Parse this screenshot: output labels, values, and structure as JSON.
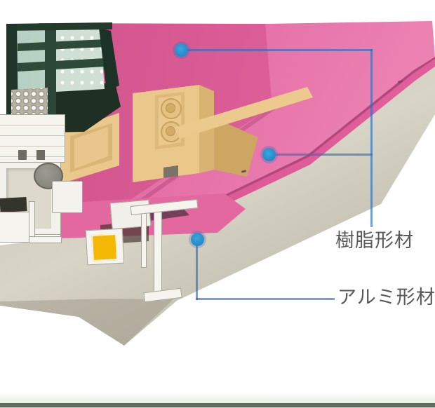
{
  "figure": {
    "type": "window-sash-cross-section-illustration",
    "callouts": [
      {
        "id": "resin",
        "label": "樹脂形材"
      },
      {
        "id": "aluminum",
        "label": "アルミ形材"
      }
    ],
    "colors": {
      "resin_pink": "#e0639d",
      "resin_pink_light": "#f08db9",
      "resin_lip_dark": "#b2477c",
      "aluminum_gray": "#ccc7b8",
      "bracket_beige": "#eccb90",
      "glass_green": "#c3d9cb",
      "glass_frame_green": "#243a2d",
      "setting_block_yellow": "#f4b704",
      "callout_dot_blue": "#2b9bd8",
      "callout_line_blue": "#4a7fc0",
      "label_text": "#595959",
      "footer_bar": "#5e6c60"
    }
  }
}
